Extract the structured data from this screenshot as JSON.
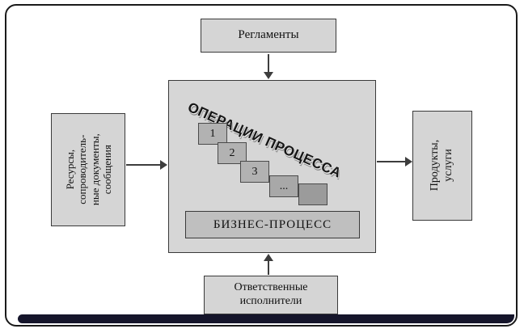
{
  "diagram": {
    "top_box": {
      "label": "Регламенты"
    },
    "left_box": {
      "label": "Ресурсы,\nсопроводитель-\nные документы,\nсообщения"
    },
    "right_box": {
      "label": "Продукты,\nуслуги"
    },
    "bottom_box": {
      "label": "Ответственные\nисполнители"
    },
    "center": {
      "diagonal_title": "ОПЕРАЦИИ ПРОЦЕССА",
      "steps": [
        "1",
        "2",
        "3",
        "...",
        ""
      ],
      "process_label": "БИЗНЕС-ПРОЦЕСС"
    },
    "colors": {
      "box_fill": "#d5d5d5",
      "center_fill": "#d6d6d6",
      "step_fill": "#b2b2b2",
      "process_fill": "#bfbfbf",
      "border": "#3a3a3a",
      "arrow": "#3d3d3d",
      "footer_bar": "#15152b"
    }
  }
}
